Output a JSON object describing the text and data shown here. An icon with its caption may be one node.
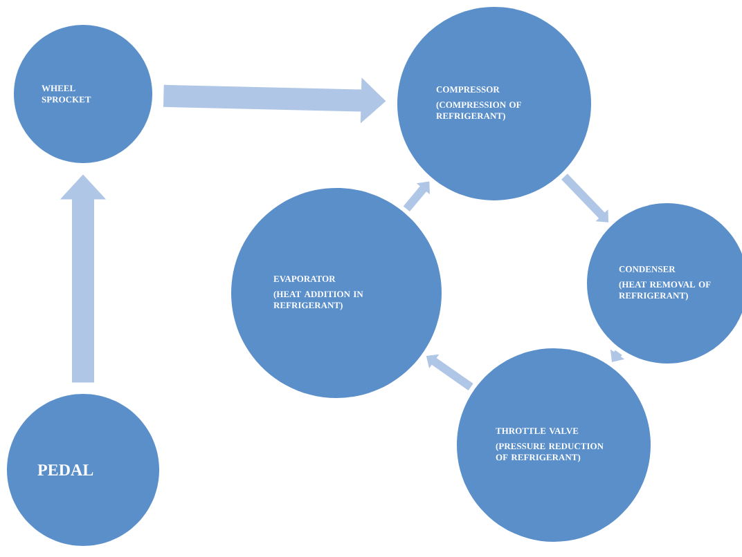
{
  "diagram": {
    "nodes": [
      {
        "text": [
          "WHEEL SPROCKET"
        ]
      },
      {
        "text": [
          "PEDAL"
        ]
      },
      {
        "text": [
          "COMPRESSOR",
          "(COMPRESSION OF REFRIGERANT)"
        ]
      },
      {
        "text": [
          "CONDENSER",
          "(HEAT REMOVAL OF REFRIGERANT)"
        ]
      },
      {
        "text": [
          "THROTTLE VALVE",
          "(PRESSURE REDUCTION OF REFRIGERANT)"
        ]
      },
      {
        "text": [
          "EVAPORATOR",
          "(HEAT ADDITION IN REFRIGERANT)"
        ]
      }
    ],
    "edges": [
      {
        "from": 1,
        "to": 0,
        "arrow": "to",
        "style": "thick"
      },
      {
        "from": 0,
        "to": 2,
        "arrow": "to",
        "style": "thick"
      },
      {
        "from": 2,
        "to": 3,
        "arrow": "to"
      },
      {
        "from": 3,
        "to": 4,
        "arrow": "to"
      },
      {
        "from": 4,
        "to": 5,
        "arrow": "to"
      },
      {
        "from": 5,
        "to": 2,
        "arrow": "to"
      }
    ]
  }
}
